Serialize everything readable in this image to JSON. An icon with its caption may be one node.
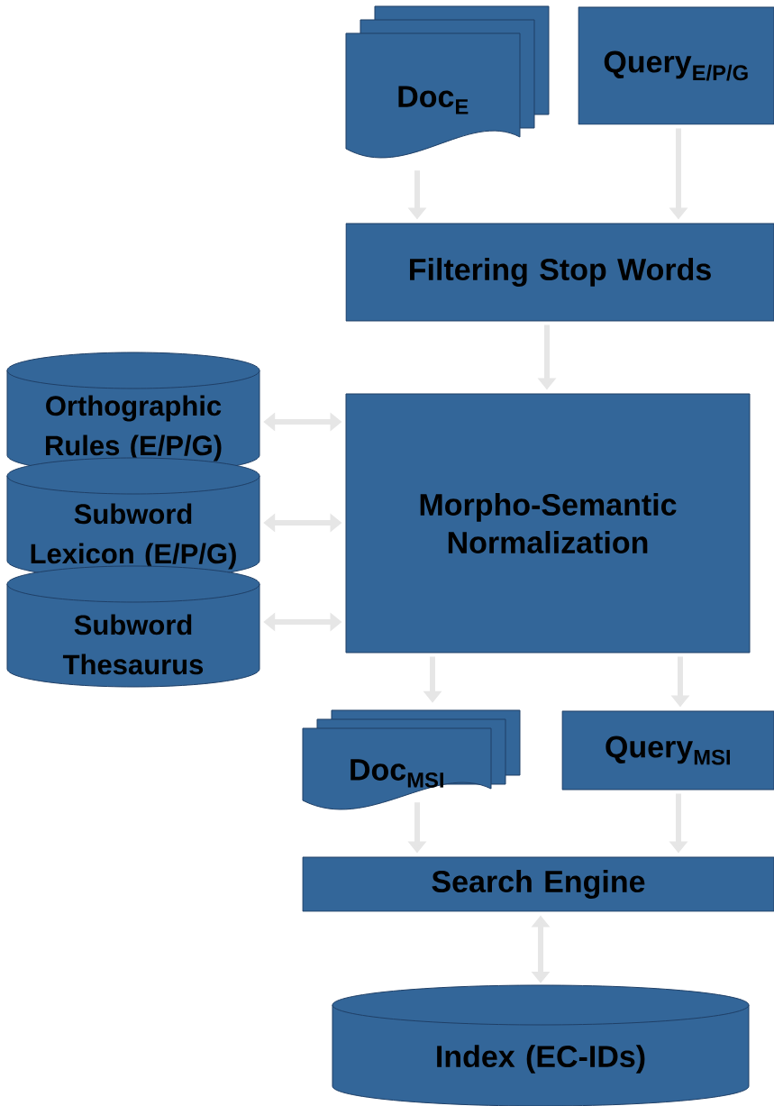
{
  "diagram": {
    "nodes": [
      {
        "text": [
          "Doc$_{E}$"
        ]
      },
      {
        "text": [
          "Query$_{E/P/G}$"
        ]
      },
      {
        "text": [
          "Filtering Stop Words"
        ]
      },
      {
        "text": [
          "Orthographic Rules (E/P/G)"
        ]
      },
      {
        "text": [
          "Subword Lexicon (E/P/G)"
        ]
      },
      {
        "text": [
          "Subword Thesaurus"
        ]
      },
      {
        "text": [
          "Morpho-Semantic Normalization"
        ]
      },
      {
        "text": [
          "Doc$_{MSI}$"
        ]
      },
      {
        "text": [
          "Query$_{MSI}$"
        ]
      },
      {
        "text": [
          "Search Engine"
        ]
      },
      {
        "text": [
          "Index (EC-IDs)"
        ]
      }
    ],
    "edges": [
      {
        "from": 0,
        "to": 2,
        "arrow": "to"
      },
      {
        "from": 1,
        "to": 2,
        "arrow": "to"
      },
      {
        "from": 2,
        "to": 6,
        "arrow": "to"
      },
      {
        "from": 3,
        "to": 6,
        "arrow": "both"
      },
      {
        "from": 4,
        "to": 6,
        "arrow": "both"
      },
      {
        "from": 5,
        "to": 6,
        "arrow": "both"
      },
      {
        "from": 6,
        "to": 7,
        "arrow": "to"
      },
      {
        "from": 6,
        "to": 8,
        "arrow": "to"
      },
      {
        "from": 7,
        "to": 9,
        "arrow": "to"
      },
      {
        "from": 8,
        "to": 9,
        "arrow": "to"
      },
      {
        "from": 9,
        "to": 10,
        "arrow": "both"
      }
    ]
  }
}
